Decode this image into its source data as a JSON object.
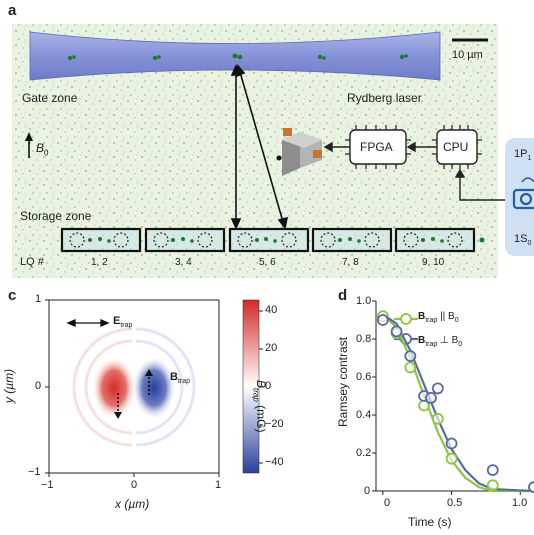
{
  "panel_a": {
    "label": "a",
    "scale_bar": "10 µm",
    "gate_zone": "Gate zone",
    "rydberg_laser": "Rydberg laser",
    "b0_symbol": "B",
    "b0_sub": "0",
    "fpga": "FPGA",
    "cpu": "CPU",
    "storage_zone": "Storage zone",
    "lq_label": "LQ #",
    "lq_pairs": [
      "1, 2",
      "3, 4",
      "5, 6",
      "7, 8",
      "9, 10"
    ],
    "level_top": "1P",
    "level_top_sub": "1",
    "level_bottom": "1S",
    "level_bottom_sub": "0"
  },
  "panel_c": {
    "label": "c",
    "trap_label": "E",
    "trap_sub": "trap",
    "btrap_label": "B",
    "btrap_sub": "trap",
    "xlabel": "x (µm)",
    "ylabel": "y (µm)",
    "x_ticks": [
      "−1",
      "0",
      "1"
    ],
    "y_ticks": [
      "1",
      "0",
      "−1"
    ],
    "colorbar_ticks": [
      "40",
      "20",
      "0",
      "−20",
      "−40"
    ],
    "colorbar_label_main": "B",
    "colorbar_label_sub": "trap",
    "colorbar_label_unit": " (mG)",
    "colors": {
      "positive": "#d32a2a",
      "zero": "#ffffff",
      "negative": "#2a3f9e"
    }
  },
  "chart_data": {
    "type": "line",
    "label": "d",
    "xlabel": "Time (s)",
    "ylabel": "Ramsey contrast",
    "xlim": [
      -0.05,
      1.1
    ],
    "ylim": [
      0,
      1.0
    ],
    "x_ticks": [
      "0",
      "0.5",
      "1.0"
    ],
    "y_ticks": [
      "0",
      "0.2",
      "0.4",
      "0.6",
      "0.8",
      "1.0"
    ],
    "series": [
      {
        "name_main": "B",
        "name_sub1": "trap",
        "name_rel": " || B",
        "name_sub2": "0",
        "color": "#8cc63f",
        "points": [
          [
            0.0,
            0.92
          ],
          [
            0.1,
            0.83
          ],
          [
            0.2,
            0.65
          ],
          [
            0.3,
            0.45
          ],
          [
            0.4,
            0.38
          ],
          [
            0.5,
            0.17
          ],
          [
            0.8,
            0.03
          ],
          [
            1.1,
            0.02
          ]
        ],
        "fit": [
          [
            0.0,
            0.93
          ],
          [
            0.1,
            0.86
          ],
          [
            0.2,
            0.7
          ],
          [
            0.3,
            0.5
          ],
          [
            0.4,
            0.31
          ],
          [
            0.5,
            0.16
          ],
          [
            0.6,
            0.07
          ],
          [
            0.7,
            0.02
          ],
          [
            0.8,
            0.0
          ],
          [
            1.1,
            0.0
          ]
        ]
      },
      {
        "name_main": "B",
        "name_sub1": "trap",
        "name_rel": " ⊥ B",
        "name_sub2": "0",
        "color": "#5a6aa8",
        "points": [
          [
            0.0,
            0.9
          ],
          [
            0.1,
            0.84
          ],
          [
            0.2,
            0.71
          ],
          [
            0.3,
            0.5
          ],
          [
            0.35,
            0.49
          ],
          [
            0.4,
            0.54
          ],
          [
            0.5,
            0.25
          ],
          [
            0.8,
            0.11
          ],
          [
            1.1,
            0.02
          ]
        ],
        "fit": [
          [
            0.0,
            0.93
          ],
          [
            0.1,
            0.88
          ],
          [
            0.2,
            0.74
          ],
          [
            0.3,
            0.56
          ],
          [
            0.4,
            0.38
          ],
          [
            0.5,
            0.22
          ],
          [
            0.6,
            0.11
          ],
          [
            0.7,
            0.04
          ],
          [
            0.8,
            0.01
          ],
          [
            1.1,
            0.0
          ]
        ]
      }
    ]
  }
}
